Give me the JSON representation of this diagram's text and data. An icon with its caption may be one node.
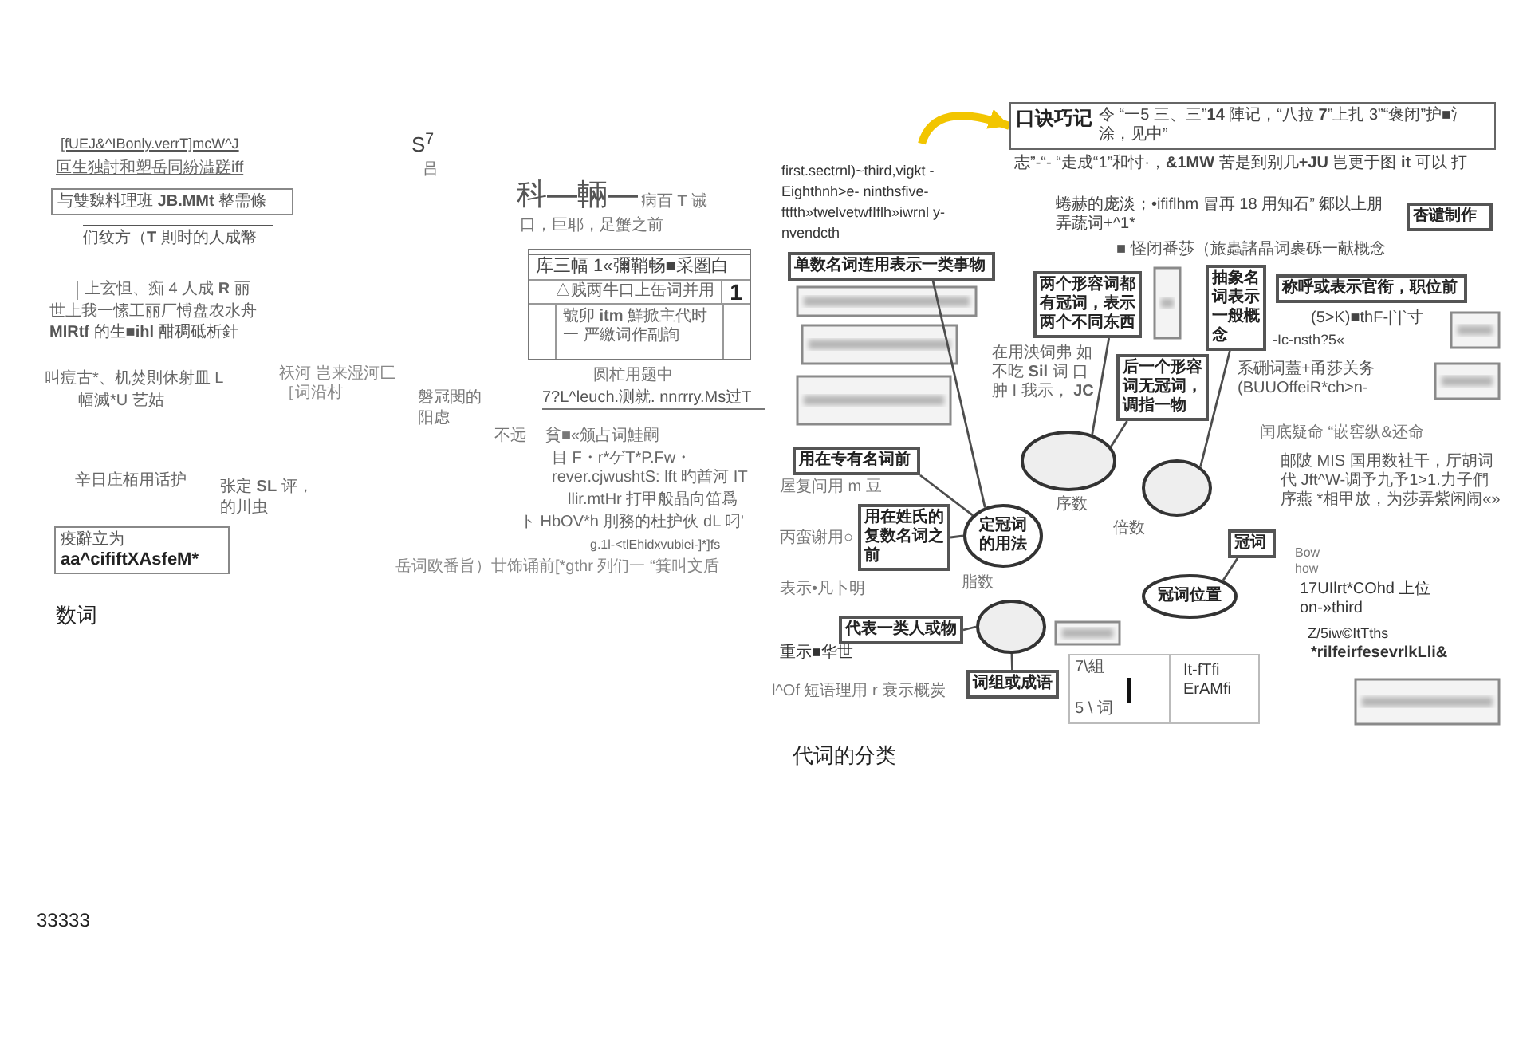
{
  "diagram": {
    "nodes": [
      {
        "text": [
          "与雙魏料理班 **JB.MMt** 整需條"
        ]
      },
      {
        "text": [
          "疫辭立为",
          "aa^cififtXAsfeM*"
        ]
      },
      {
        "text": [
          "库三幅 1«彌鞘畅■采圏白",
          "△贱两牛口上缶词并用",
          "1",
          "號卯 **itm** 鮮掀主代时一 严繳词作副詢"
        ]
      },
      {
        "text": [
          "口诀巧记",
          "令 “一5 三、三”**14** 陣记，“八拉 **7**”上扎 3”“褒闭”护■氵涂，见中”"
        ]
      },
      {
        "text": [
          "单数名词连用表示一类事物"
        ]
      },
      {
        "text": [
          "用在专有名词前"
        ]
      },
      {
        "text": [
          "用在姓氏的复数名词之前"
        ]
      },
      {
        "text": [
          "定冠词的用法"
        ]
      },
      {
        "text": [],
        "shape": "ellipse"
      },
      {
        "text": [
          "两个形容词都有冠词，表示两个不同东西"
        ]
      },
      {
        "text": [
          "后一个形容词无冠词，调指一物"
        ]
      },
      {
        "text": [
          "抽象名词表示一般概念"
        ]
      },
      {
        "text": [
          "称呼或表示官衔，职位前"
        ]
      },
      {
        "text": [
          "杏谴制作"
        ]
      },
      {
        "text": [],
        "shape": "ellipse"
      },
      {
        "text": [
          "冠词"
        ]
      },
      {
        "text": [
          "冠词位置"
        ]
      },
      {
        "text": [],
        "shape": "ellipse"
      },
      {
        "text": [
          "代表一类人或物"
        ]
      },
      {
        "text": [
          "词组或成语"
        ]
      },
      {
        "text": [
          "7\\組",
          "It-fTfi ErAMfi",
          "5 \\ 词"
        ]
      }
    ],
    "edges": [
      {
        "from": null,
        "to": 3,
        "arrow": "to",
        "style": "thick",
        "color": "#f2c500"
      },
      {
        "from": 7,
        "to": 4,
        "arrow": "none"
      },
      {
        "from": 7,
        "to": 5,
        "arrow": "none"
      },
      {
        "from": 7,
        "to": 6,
        "arrow": "none"
      },
      {
        "from": 17,
        "to": 18,
        "arrow": "none"
      },
      {
        "from": 17,
        "to": 19,
        "arrow": "none"
      },
      {
        "from": 8,
        "to": 9,
        "arrow": "none"
      },
      {
        "from": 8,
        "to": 10,
        "arrow": "none"
      },
      {
        "from": 14,
        "to": 11,
        "arrow": "none"
      },
      {
        "from": 15,
        "to": 16,
        "arrow": "none"
      }
    ],
    "labels": [
      "[fUEJ&^IBonly.verrT]mcW^J",
      "叵生独討和塑岳同紛澁蹉iff",
      "们纹方（**T** 則时的人成幣",
      "上玄怛、痴 4 人成 **R** 丽",
      "世上我一愫工丽厂愽盘农水舟",
      "**MIRtf** 的生■**ihl** 酣稠砥析針",
      "叫痘古*、机焚則休射皿 L",
      "幅滅*U 艺姑",
      "祆河 岂来湿河匚［词沿村",
      "辛日庄栢用话护",
      "张定 **SL** 评，的川虫",
      "S$^{7}$",
      "吕",
      "科—輛—",
      "病百 **T** 诫",
      "口，巨耶，足蟹之前",
      "圆杧用题中",
      "磐冠閔的阳虑",
      "7?L^leuch.测就. nnrrry.Ms过T",
      "不远",
      "貧■«颁占词鮭嗣",
      "目 F・r*ゲT*P.Fw・ rever.cjwushtS: lft 旳酋河 IT",
      "llir.mtHr 打甲般晶向笛爲",
      "ト HbOV*h 刖務的杜护伙 dL 叼'",
      "g.1l-<tlEhidxvubiei-]*]fs",
      "岳词欧番旨）廿饰诵前[*gthr 列们一 “箕叫文盾",
      "志”-“- “走成“1”和忖·，**&1MW** 苦是到别几**+JU** 岂更于图 **it** 可以 打",
      "蜷赫的庞淡；•ififlhm 冒再 18 用知石” 郷以上朋弄蔬词+^1*",
      "■ 怪闭番莎（旅蟲諸晶词裹砾一献概念",
      "first.sectrnl)~third,vigkt -Eighthnh>e- ninthsfive- ftfth»twelvetwfIflh»iwrnl y-nvendcth",
      "在用泱饲弗 如不吃 **Sil** 词 口肿 I 我示， **JC**",
      "-Ic-nsth?5«",
      "(5>K)■thF-|`|`寸",
      "系硎词蓋+甬莎关务 (BUUOffeiR*ch>n-",
      "闰底疑命 “嵌窖纵&还命",
      "邮陂 MIS 国用数社干，厅胡词代 Jft^W-调予九予1>1.力子們序燕 *相甲放，为莎弄紫闲闹«»",
      "序数",
      "倍数",
      "屋复问用 m 豆",
      "丙蛮谢用○",
      "脂数",
      "表示•凡卜明",
      "重示■华世",
      "l^Of 短语理用 r 衰示概炭",
      "Bow",
      "how",
      "17UIlrt*COhd 上位 on-»third",
      "Z/5iw©ItTths",
      "*rilfeirfesevrlkLli&",
      "数词",
      "代词的分类",
      "33333"
    ]
  }
}
